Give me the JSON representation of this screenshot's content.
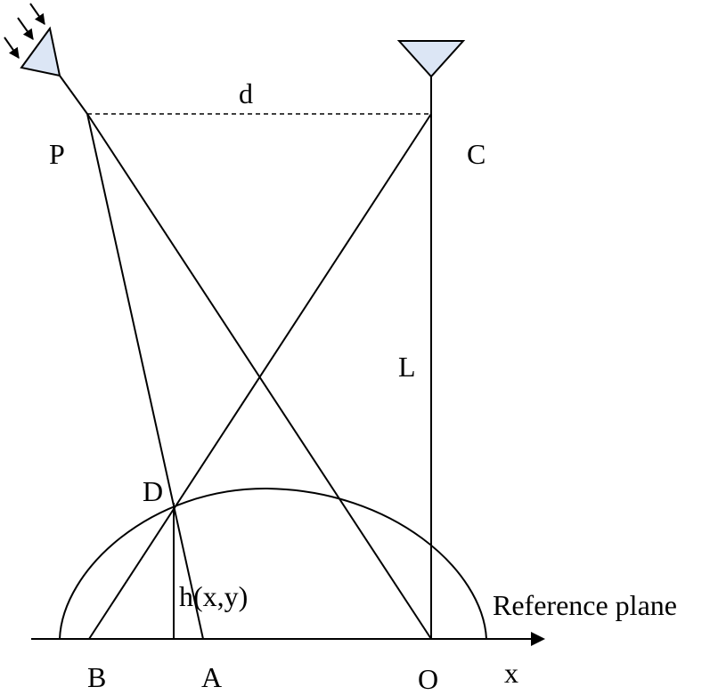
{
  "diagram": {
    "labels": {
      "p": "P",
      "c": "C",
      "d": "d",
      "l": "L",
      "dpt": "D",
      "h": "h(x,y)",
      "ref": "Reference plane",
      "b": "B",
      "a": "A",
      "o": "O",
      "x": "x"
    },
    "colors": {
      "stroke": "#000000",
      "device_fill": "#dce6f5"
    },
    "icons": [
      "projector-icon",
      "camera-icon",
      "light-ray-arrow-icon"
    ]
  }
}
